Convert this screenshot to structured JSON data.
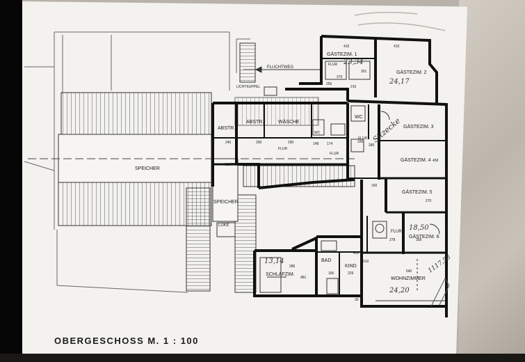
{
  "plan": {
    "title": "OBERGESCHOSS M.  1 : 100",
    "rooms": {
      "gaestezim1": "GÄSTEZIM. 1",
      "gaestezim2": "GÄSTEZIM. 2",
      "gaestezim3": "GÄSTEZIM. 3",
      "gaestezim4": "GÄSTEZIM. 4",
      "gaestezim5": "GÄSTEZIM. 5",
      "gaestezim6": "GÄSTEZIM. 6",
      "abstr1": "ABSTR.",
      "abstr2": "ABSTR.",
      "abstr3": "ABSTR.",
      "waesche": "WÄSCHE",
      "wc1": "WC",
      "wc2": "WC",
      "flur1": "FLUR",
      "flur2": "FLUR",
      "flur3": "FLUR",
      "flur4": "FLUR",
      "flur5": "FLUR",
      "speicher1": "SPEICHER",
      "speicher2": "SPEICHER",
      "luke": "LUKE",
      "bad": "BAD",
      "kind": "KIND",
      "schlafzim": "SCHLAFZIM.",
      "wohnzimmer": "WOHNZIMMER",
      "fluchtweg": "FLUCHTWEG",
      "lichtkuppel": "LICHTKUPPEL"
    },
    "dims": {
      "d1": "415",
      "d2": "415",
      "d3": "256",
      "d4": "301",
      "d5": "216",
      "d6": "270",
      "d7": "290",
      "d8": "290",
      "d9": "148",
      "d10": "174",
      "d11": "245",
      "d12": "336",
      "d13": "280",
      "d14": "458",
      "d15": "160",
      "d16": "270",
      "d17": "278",
      "d18": "358",
      "d19": "286",
      "d20": "481",
      "d21": "166",
      "d22": "229",
      "d23": "640",
      "d24": "405",
      "d25": "510",
      "d26": "30"
    },
    "handwriting": {
      "h1": "23,34",
      "h2": "24,17",
      "h3": "Sitzecke",
      "h4": "18,50",
      "h5": "13,14",
      "h6": "24,20",
      "h7": "1117,58"
    }
  }
}
